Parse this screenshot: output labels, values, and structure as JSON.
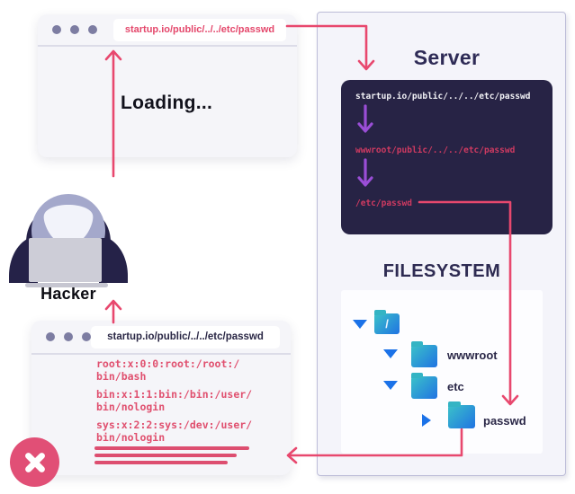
{
  "colors": {
    "accent_pink": "#e8486e",
    "arrow_purple": "#9a4ed6",
    "hood_navy": "#252248",
    "terminal_bg": "#272345",
    "terminal_text_light": "#f2f2f6",
    "terminal_text_pink": "#cf3a61",
    "tree_caret_blue": "#1b72e8",
    "folder_gradient_start": "#3bc2c9",
    "folder_gradient_end": "#2073e2",
    "error_badge_red": "#e14f76"
  },
  "browser_top": {
    "url": "startup.io/public/../../etc/passwd",
    "status_text": "Loading..."
  },
  "hacker": {
    "label": "Hacker"
  },
  "server": {
    "title": "Server",
    "terminal_lines": [
      "startup.io/public/../../etc/passwd",
      "wwwroot/public/../../etc/passwd",
      "/etc/passwd"
    ]
  },
  "filesystem": {
    "title": "FILESYSTEM",
    "tree": [
      {
        "label": "/",
        "expanded": true
      },
      {
        "label": "wwwroot",
        "expanded": true
      },
      {
        "label": "etc",
        "expanded": true
      },
      {
        "label": "passwd",
        "expanded": false
      }
    ]
  },
  "browser_bottom": {
    "url": "startup.io/public/../../etc/passwd",
    "passwd_entries": [
      {
        "line1": "root:x:0:0:root:/root:/",
        "line2": "bin/bash"
      },
      {
        "line1": "bin:x:1:1:bin:/bin:/user/",
        "line2": "bin/nologin"
      },
      {
        "line1": "sys:x:2:2:sys:/dev:/user/",
        "line2": "bin/nologin"
      }
    ]
  }
}
